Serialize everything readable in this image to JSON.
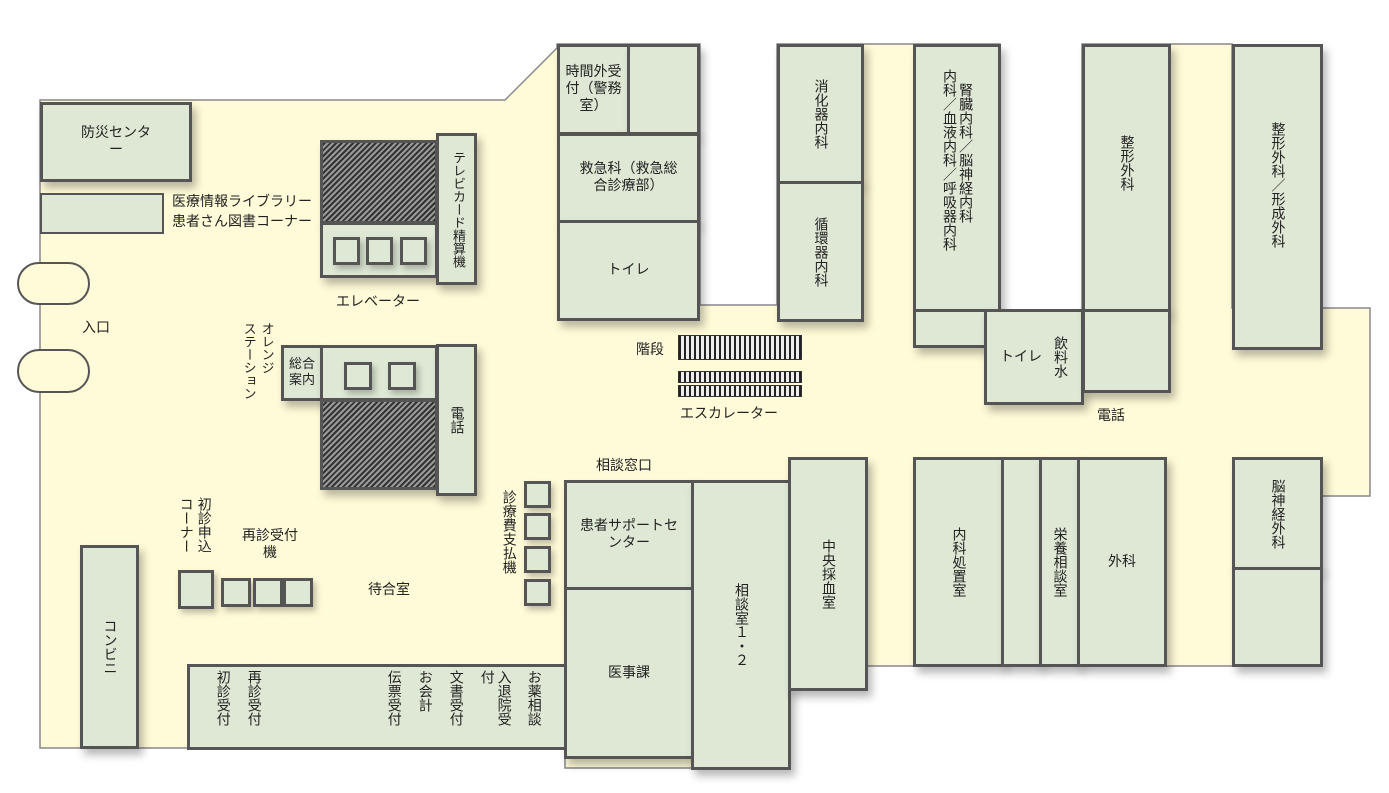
{
  "colors": {
    "floor": "#fffbd8",
    "room": "#dfe8d5",
    "wall": "#555555"
  },
  "rooms": {
    "bousai": "防災センター",
    "library": [
      "医療情報ライブラリー",
      "患者さん図書コーナー"
    ],
    "entrance": "入口",
    "tv_card": "テレビカード精算機",
    "elevator": "エレベーター",
    "orange_station": [
      "オレンジ",
      "ステーション"
    ],
    "info": "総合案内",
    "phone1": "電話",
    "after_hours": "時間外受付（警務室）",
    "emergency": "救急科（救急総合診療部）",
    "toilet1": "トイレ",
    "gastro": "消化器内科",
    "cardio": "循環器内科",
    "internal1": "内科／血液内科／呼吸器内科",
    "internal2": "腎臓内科／脳神経内科",
    "toilet2": "トイレ",
    "drinking": "飲料水",
    "phone2": "電話",
    "ortho": "整形外科",
    "ortho_plastic": "整形外科／形成外科",
    "stairs": "階段",
    "escalator": "エスカレーター",
    "consult_window": "相談窓口",
    "payment": "診療費支払機",
    "support": "患者サポートセンター",
    "medical_affairs": "医事課",
    "consult_room": "相談室１・２",
    "blood": "中央採血室",
    "treatment": "内科処置室",
    "nutrition": "栄養相談室",
    "surgery": "外科",
    "neurosurgery": "脳神経外科",
    "first_visit_corner": [
      "初診申込",
      "コーナー"
    ],
    "revisit_machine": "再診受付機",
    "waiting": "待合室",
    "convenience": "コンビニ",
    "counters": [
      "初診受付",
      "再診受付",
      "伝票受付",
      "お会計",
      "文書受付",
      "入退院受付",
      "お薬相談"
    ]
  }
}
